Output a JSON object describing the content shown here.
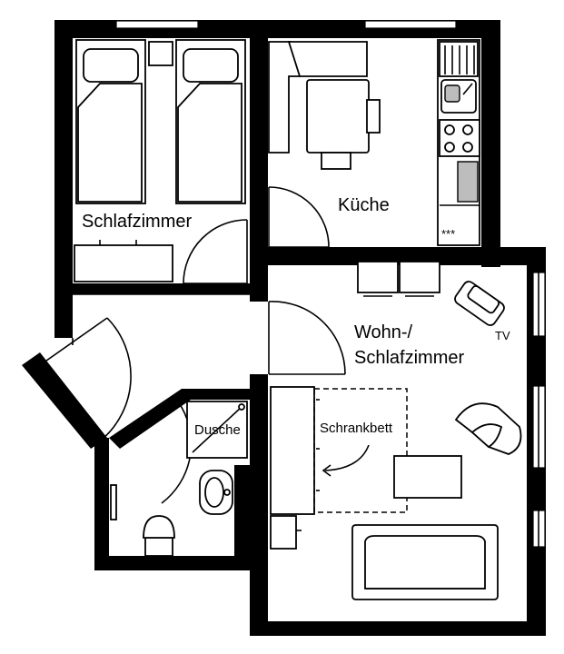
{
  "rooms": {
    "bedroom": "Schlafzimmer",
    "kitchen": "Küche",
    "living_line1": "Wohn-/",
    "living_line2": "Schlafzimmer",
    "shower": "Dusche"
  },
  "labels": {
    "tv": "TV",
    "wall_bed": "Schrankbett",
    "hob_marks": "***"
  },
  "icons": [
    "door-swing-icon",
    "bed-icon",
    "stove-icon",
    "sink-icon",
    "toilet-icon",
    "armchair-icon",
    "sofa-icon",
    "tv-icon",
    "arrow-icon"
  ],
  "colors": {
    "wall": "#000000",
    "fixture_gray": "#bdbdbd",
    "background": "#ffffff"
  }
}
